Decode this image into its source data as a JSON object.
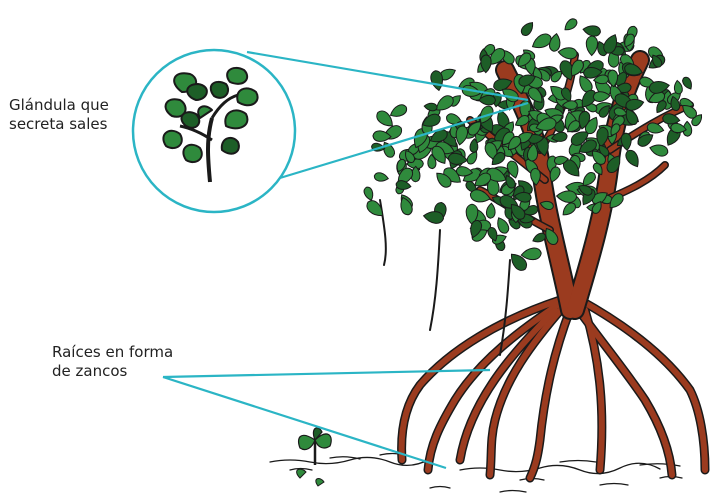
{
  "labels": {
    "gland": {
      "line1": "Glándula que",
      "line2": "secreta sales"
    },
    "roots": {
      "line1": "Raíces en forma",
      "line2": "de zancos"
    }
  },
  "colors": {
    "callout": "#2bb5c5",
    "trunk": "#9b3b1f",
    "trunk_shadow": "#6e2410",
    "leaf": "#2f8a3c",
    "leaf_dark": "#1d5e27",
    "outline": "#1a1a1a"
  },
  "icons": {
    "magnified_leaf": "leaf-cluster-icon",
    "tree": "mangrove-tree-illustration",
    "seedling": "mangrove-seedling-icon"
  }
}
